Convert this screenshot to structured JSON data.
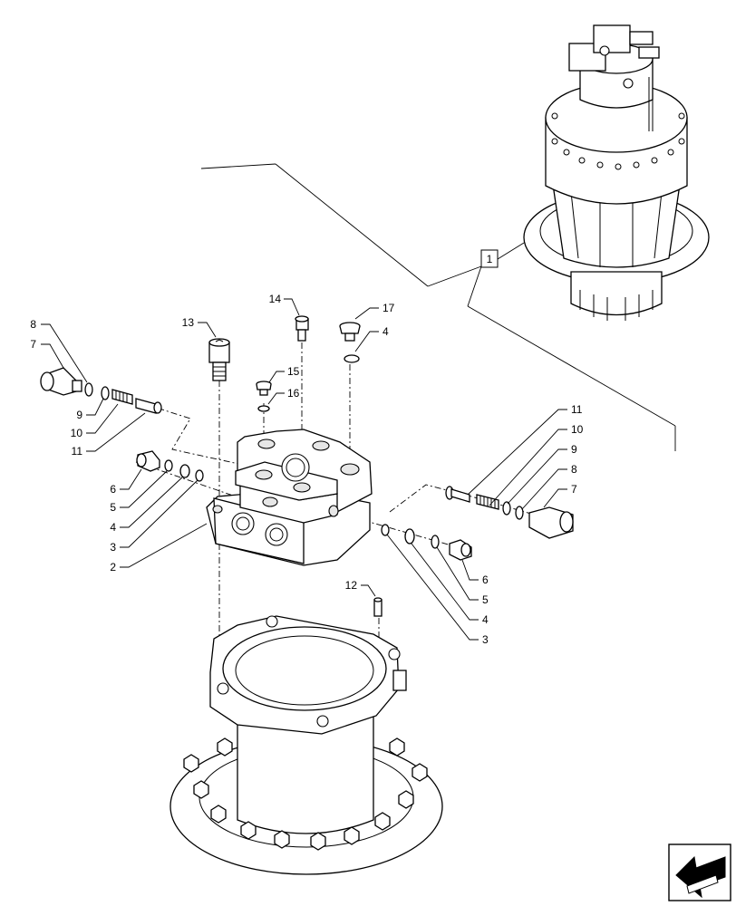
{
  "reference": {
    "assembly_ref": "1"
  },
  "callouts": [
    {
      "id": "c13",
      "text": "13"
    },
    {
      "id": "c14",
      "text": "14"
    },
    {
      "id": "c17",
      "text": "17"
    },
    {
      "id": "c4a",
      "text": "4"
    },
    {
      "id": "c15",
      "text": "15"
    },
    {
      "id": "c16",
      "text": "16"
    },
    {
      "id": "c8l",
      "text": "8"
    },
    {
      "id": "c7l",
      "text": "7"
    },
    {
      "id": "c9l",
      "text": "9"
    },
    {
      "id": "c10l",
      "text": "10"
    },
    {
      "id": "c11l",
      "text": "11"
    },
    {
      "id": "c6l",
      "text": "6"
    },
    {
      "id": "c5l",
      "text": "5"
    },
    {
      "id": "c4l",
      "text": "4"
    },
    {
      "id": "c3l",
      "text": "3"
    },
    {
      "id": "c2",
      "text": "2"
    },
    {
      "id": "c11r",
      "text": "11"
    },
    {
      "id": "c10r",
      "text": "10"
    },
    {
      "id": "c9r",
      "text": "9"
    },
    {
      "id": "c8r",
      "text": "8"
    },
    {
      "id": "c7r",
      "text": "7"
    },
    {
      "id": "c6r",
      "text": "6"
    },
    {
      "id": "c5r",
      "text": "5"
    },
    {
      "id": "c4r",
      "text": "4"
    },
    {
      "id": "c3r",
      "text": "3"
    },
    {
      "id": "c12",
      "text": "12"
    }
  ],
  "icons": {
    "nav": "arrow-back-icon"
  }
}
